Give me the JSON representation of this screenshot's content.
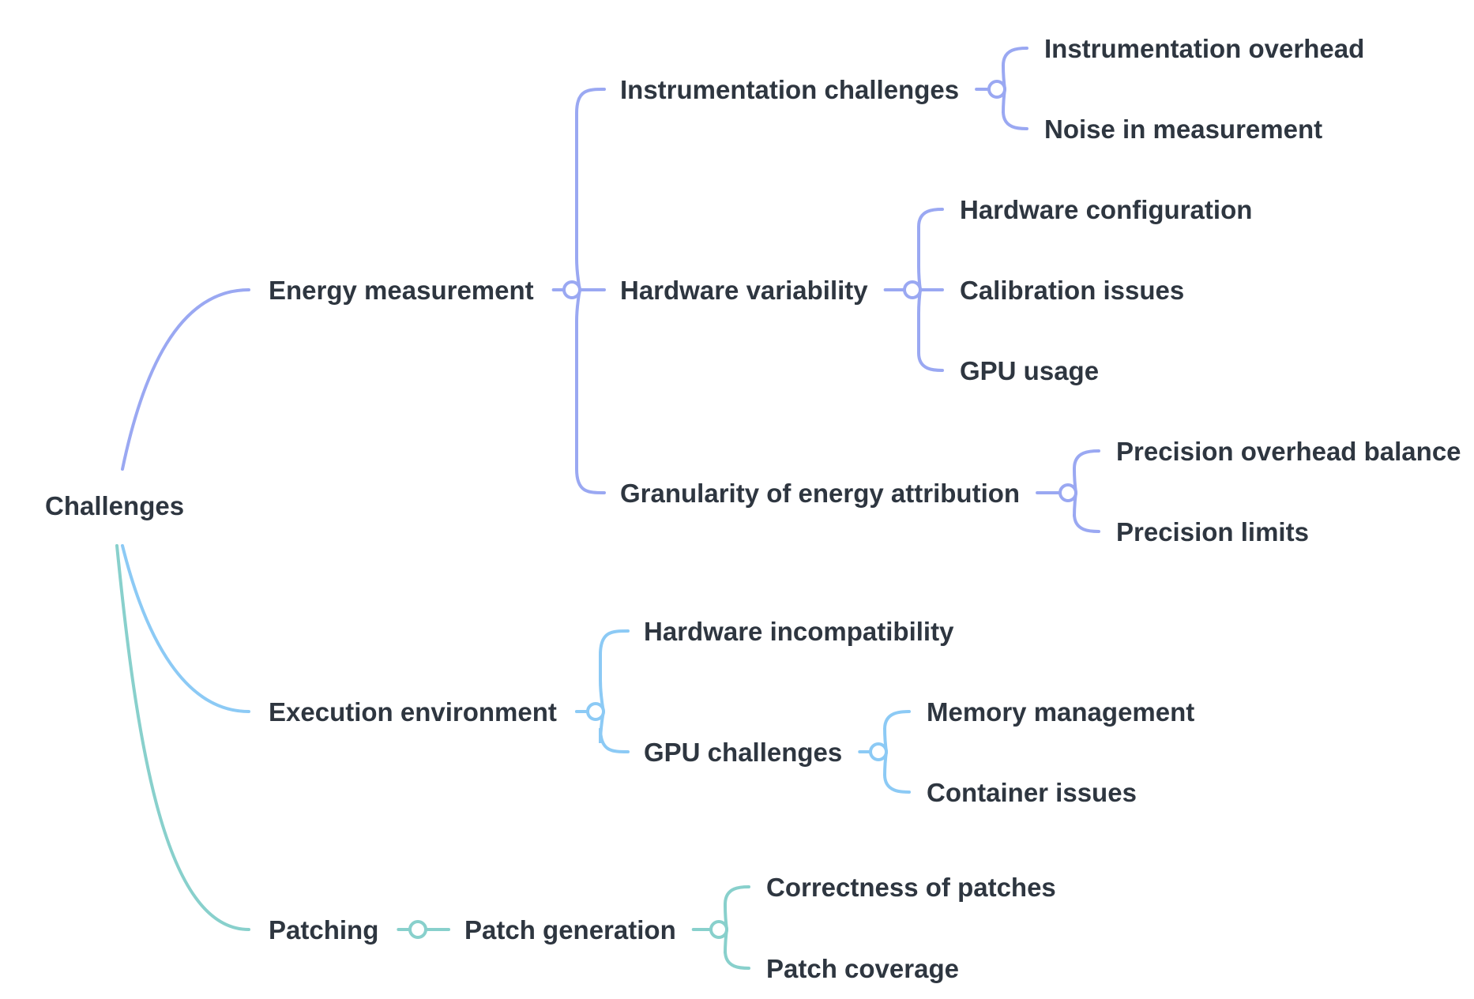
{
  "diagram": {
    "type": "mindmap",
    "colors": {
      "energy": "#9aa8f2",
      "execution": "#8ccaf5",
      "patching": "#88d0cc",
      "text": "#2e3640",
      "background": "#ffffff"
    },
    "root": {
      "label": "Challenges"
    },
    "branches": [
      {
        "label": "Energy measurement",
        "children": [
          {
            "label": "Instrumentation challenges",
            "children": [
              "Instrumentation overhead",
              "Noise in measurement"
            ]
          },
          {
            "label": "Hardware variability",
            "children": [
              "Hardware configuration",
              "Calibration issues",
              "GPU usage"
            ]
          },
          {
            "label": "Granularity of energy attribution",
            "children": [
              "Precision overhead balance",
              "Precision limits"
            ]
          }
        ]
      },
      {
        "label": "Execution environment",
        "children": [
          {
            "label": "Hardware incompatibility",
            "children": []
          },
          {
            "label": "GPU challenges",
            "children": [
              "Memory management",
              "Container issues"
            ]
          }
        ]
      },
      {
        "label": "Patching",
        "children": [
          {
            "label": "Patch generation",
            "children": [
              "Correctness of patches",
              "Patch coverage"
            ]
          }
        ]
      }
    ]
  }
}
